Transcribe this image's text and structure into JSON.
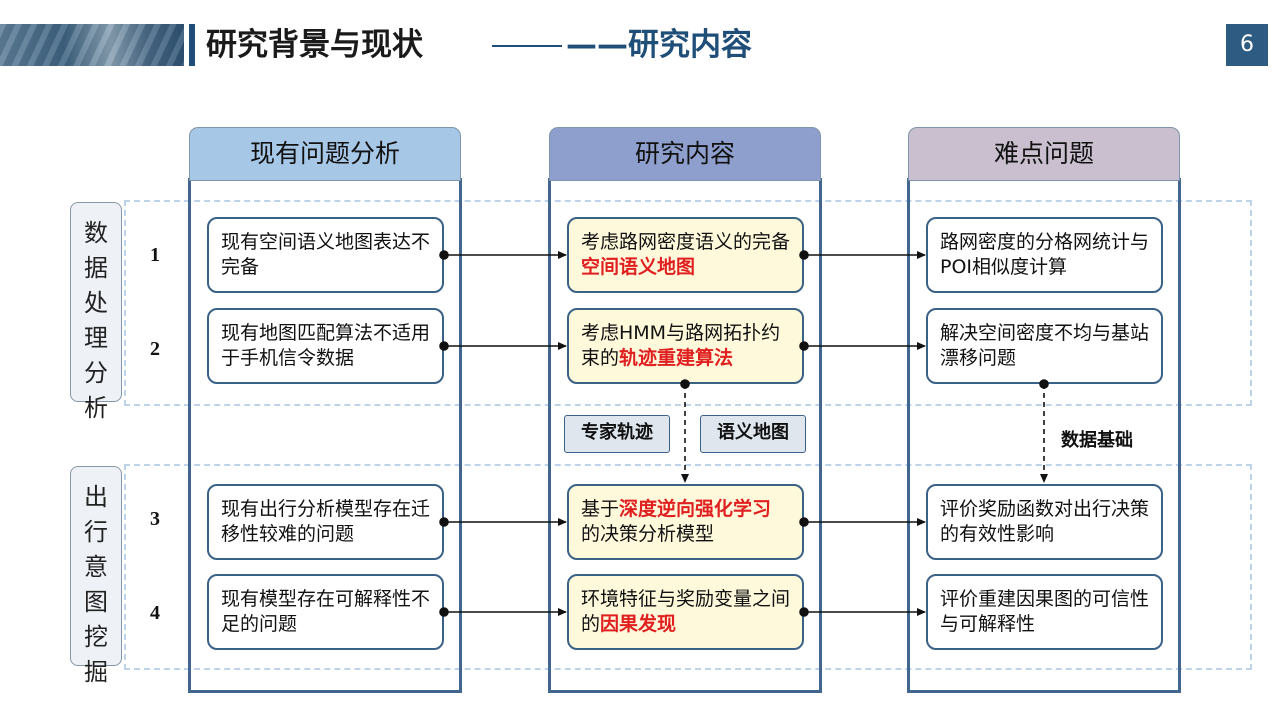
{
  "header": {
    "title": "研究背景与现状",
    "subtitle": "——研究内容",
    "page": "6"
  },
  "columns": [
    {
      "title": "现有问题分析",
      "color": "#a7c7e7"
    },
    {
      "title": "研究内容",
      "color": "#8e9fcd"
    },
    {
      "title": "难点问题",
      "color": "#c9bfcf"
    }
  ],
  "row_groups": [
    {
      "label": [
        "数",
        "据",
        "处",
        "理",
        "分",
        "析"
      ]
    },
    {
      "label": [
        "出",
        "行",
        "意",
        "图",
        "挖",
        "掘"
      ]
    }
  ],
  "rows": [
    {
      "num": "1",
      "problem": "现有空间语义地图表达不完备",
      "content": {
        "pre": "考虑路网密度语义的完备",
        "hl": "空间语义地图",
        "post": ""
      },
      "difficulty": "路网密度的分格网统计与POI相似度计算"
    },
    {
      "num": "2",
      "problem": "现有地图匹配算法不适用于手机信令数据",
      "content": {
        "pre": "考虑HMM与路网拓扑约束的",
        "hl": "轨迹重建算法",
        "post": ""
      },
      "difficulty": "解决空间密度不均与基站漂移问题"
    },
    {
      "num": "3",
      "problem": "现有出行分析模型存在迁移性较难的问题",
      "content": {
        "pre": "基于",
        "hl": "深度逆向强化学习",
        "post": "的决策分析模型"
      },
      "difficulty": "评价奖励函数对出行决策的有效性影响"
    },
    {
      "num": "4",
      "problem": "现有模型存在可解释性不足的问题",
      "content": {
        "pre": "环境特征与奖励变量之间的",
        "hl": "因果发现",
        "post": ""
      },
      "difficulty": "评价重建因果图的可信性与可解释性"
    }
  ],
  "connectors": {
    "tag_left": "专家轨迹",
    "tag_right": "语义地图",
    "foundation": "数据基础"
  },
  "colors": {
    "frame": "#41678f",
    "highlight": "#e02020",
    "content_fill": "#fff9dc",
    "band": "#bcd3ea"
  }
}
